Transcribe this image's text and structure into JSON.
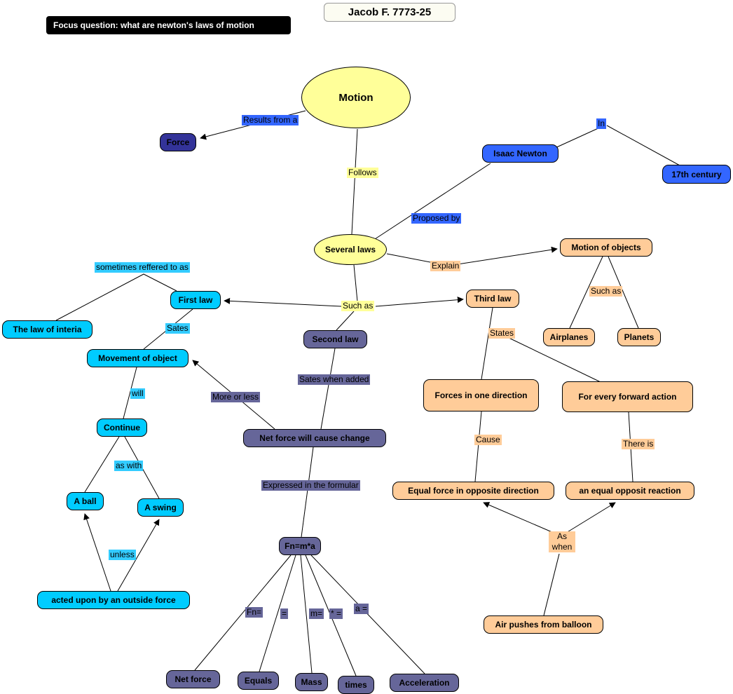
{
  "header": {
    "focus_question": "Focus question: what are newton's laws of motion",
    "title": "Jacob F. 7773-25"
  },
  "colors": {
    "node_yellow": "#ffff99",
    "node_cyan": "#00ccff",
    "label_cyan": "#33ccff",
    "node_slate": "#666699",
    "node_peach": "#ffcc99",
    "node_blue": "#3366ff",
    "node_navy": "#333399",
    "focus_question_bg": "#000000"
  },
  "nodes": {
    "motion": "Motion",
    "several_laws": "Several laws",
    "force": "Force",
    "isaac_newton": "Isaac Newton",
    "century17": "17th century",
    "motion_of_objects": "Motion of objects",
    "third_law": "Third law",
    "airplanes": "Airplanes",
    "planets": "Planets",
    "forces_in_one_direction": "Forces in one direction",
    "for_every_forward_action": "For every forward action",
    "equal_force_in_opposite_direction": "Equal force in opposite direction",
    "an_equal_opposit_reaction": "an equal opposit reaction",
    "air_pushes_from_balloon": "Air pushes from balloon",
    "first_law": "First law",
    "the_law_of_interia": "The law of interia",
    "movement_of_object": "Movement of object",
    "continue": "Continue",
    "a_ball": "A ball",
    "a_swing": "A swing",
    "acted_upon": "acted upon by an outside force",
    "second_law": "Second law",
    "net_force_will_cause_change": "Net force will cause change",
    "fn_ma": "Fn=m*a",
    "net_force": "Net force",
    "equals": "Equals",
    "mass": "Mass",
    "times": "times",
    "acceleration": "Acceleration"
  },
  "links": {
    "results_from_a": "Results from a",
    "in_label": "In",
    "follows": "Follows",
    "proposed_by": "Proposed by",
    "explain": "Explain",
    "such_as_laws": "Such as",
    "sometimes_reffered_to_as": "sometimes reffered to as",
    "sates": "Sates",
    "will": "will",
    "as_with": "as with",
    "unless": "unless",
    "such_as_objects": "Such as",
    "states": "States",
    "cause": "Cause",
    "there_is": "There is",
    "as_when": "As when",
    "more_or_less": "More or less",
    "sates_when_added": "Sates when added",
    "expressed_in_the_formular": "Expressed in the formular",
    "fn_eq": "Fn=",
    "eq": "=",
    "m_eq": "m=",
    "star_eq": "* =",
    "a_eq": "a ="
  }
}
